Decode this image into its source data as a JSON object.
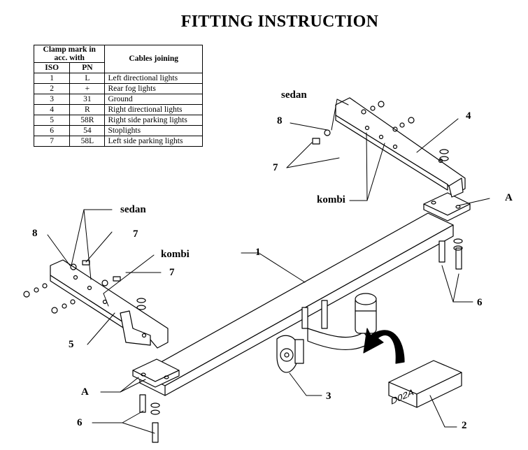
{
  "title": "FITTING INSTRUCTION",
  "table": {
    "header_clamp": "Clamp mark in acc. with",
    "header_cables": "Cables joining",
    "header_iso": "ISO",
    "header_pn": "PN",
    "rows": [
      {
        "iso": "1",
        "pn": "L",
        "cable": "Left directional lights"
      },
      {
        "iso": "2",
        "pn": "+",
        "cable": "Rear fog lights"
      },
      {
        "iso": "3",
        "pn": "31",
        "cable": "Ground"
      },
      {
        "iso": "4",
        "pn": "R",
        "cable": "Right directional lights"
      },
      {
        "iso": "5",
        "pn": "58R",
        "cable": "Right side parking lights"
      },
      {
        "iso": "6",
        "pn": "54",
        "cable": "Stoplights"
      },
      {
        "iso": "7",
        "pn": "58L",
        "cable": "Left side parking lights"
      }
    ]
  },
  "labels": {
    "sedan_top": "sedan",
    "kombi_top": "kombi",
    "sedan_left": "sedan",
    "kombi_left": "kombi",
    "part_1": "1",
    "part_2": "2",
    "part_3": "3",
    "part_4": "4",
    "part_5": "5",
    "part_6_right": "6",
    "part_6_left": "6",
    "part_7_top": "7",
    "part_7_left_a": "7",
    "part_7_left_b": "7",
    "part_8_top": "8",
    "part_8_left": "8",
    "point_a_right": "A",
    "point_a_left": "A",
    "box_code": "D02A"
  }
}
